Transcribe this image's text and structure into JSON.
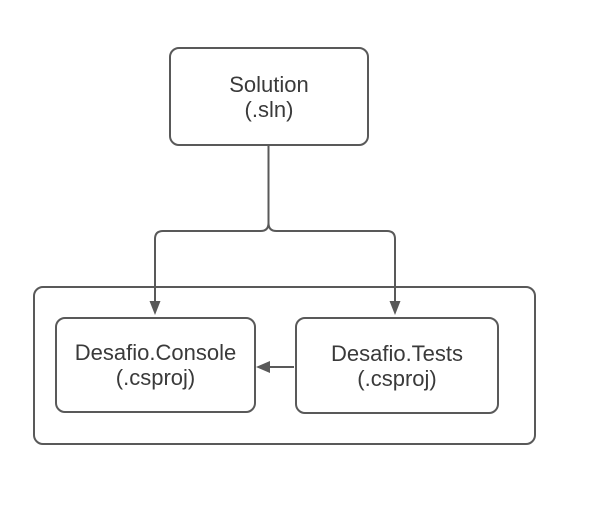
{
  "diagram": {
    "colors": {
      "stroke": "#595959",
      "text": "#3a3a3a",
      "background": "#ffffff"
    },
    "nodes": {
      "solution": {
        "line1": "Solution",
        "line2": "(.sln)"
      },
      "console": {
        "line1": "Desafio.Console",
        "line2": "(.csproj)"
      },
      "tests": {
        "line1": "Desafio.Tests",
        "line2": "(.csproj)"
      }
    },
    "edges": [
      {
        "from": "solution",
        "to": "console",
        "type": "arrow"
      },
      {
        "from": "solution",
        "to": "tests",
        "type": "arrow"
      },
      {
        "from": "tests",
        "to": "console",
        "type": "arrow"
      }
    ]
  }
}
